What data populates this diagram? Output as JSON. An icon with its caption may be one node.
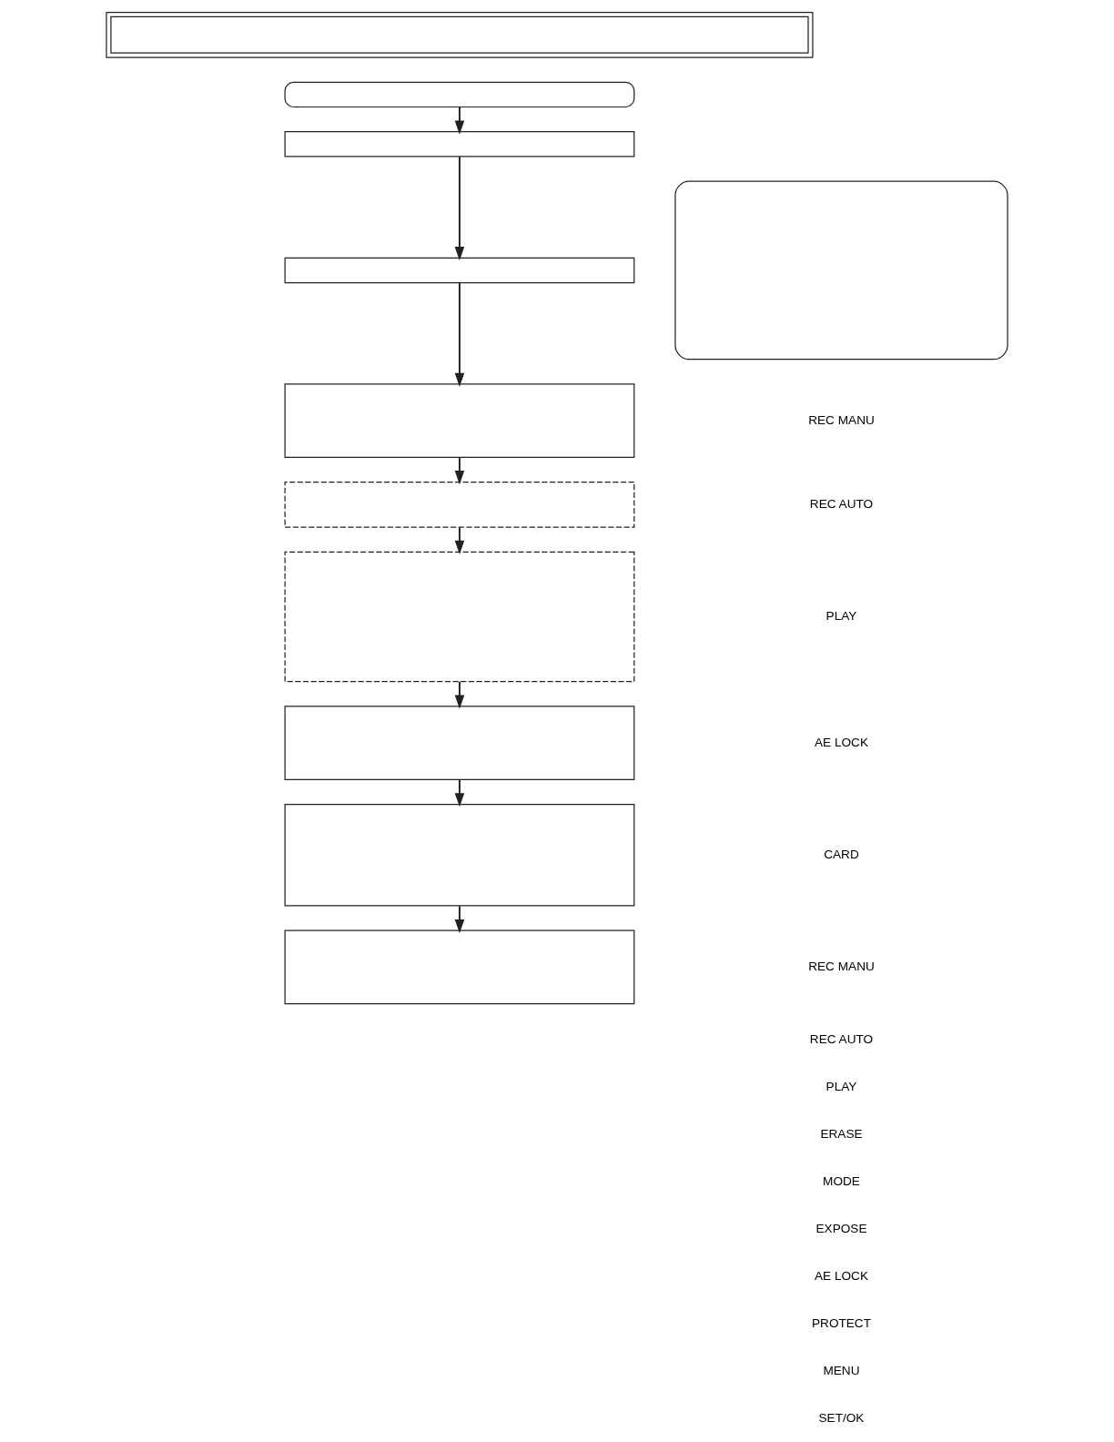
{
  "diagram": {
    "nodes": [
      {
        "text": [],
        "shape": "box"
      },
      {
        "text": [],
        "shape": "box"
      },
      {
        "text": [],
        "shape": "box"
      },
      {
        "text": [],
        "shape": "box"
      },
      {
        "text": [],
        "shape": "box"
      },
      {
        "text": [],
        "shape": "box"
      },
      {
        "text": [],
        "shape": "box"
      },
      {
        "text": [],
        "shape": "box"
      },
      {
        "text": [],
        "shape": "box"
      },
      {
        "text": [],
        "shape": "box"
      },
      {
        "text": [],
        "shape": "box"
      }
    ],
    "edges": [
      {
        "from": 1,
        "to": 2,
        "arrow": "to"
      },
      {
        "from": 2,
        "to": 3,
        "arrow": "to"
      },
      {
        "from": 3,
        "to": 4,
        "arrow": "to"
      },
      {
        "from": 4,
        "to": 5,
        "arrow": "to"
      },
      {
        "from": 5,
        "to": 6,
        "arrow": "to"
      },
      {
        "from": 6,
        "to": 7,
        "arrow": "to"
      },
      {
        "from": 7,
        "to": 8,
        "arrow": "to"
      },
      {
        "from": 8,
        "to": 9,
        "arrow": "to"
      }
    ],
    "labels": [
      "REC MANU",
      "REC AUTO",
      "PLAY",
      "AE LOCK",
      "CARD",
      "REC MANU",
      "REC AUTO",
      "PLAY",
      "ERASE",
      "MODE",
      "EXPOSE",
      "AE LOCK",
      "PROTECT",
      "MENU",
      "SET/OK"
    ]
  }
}
